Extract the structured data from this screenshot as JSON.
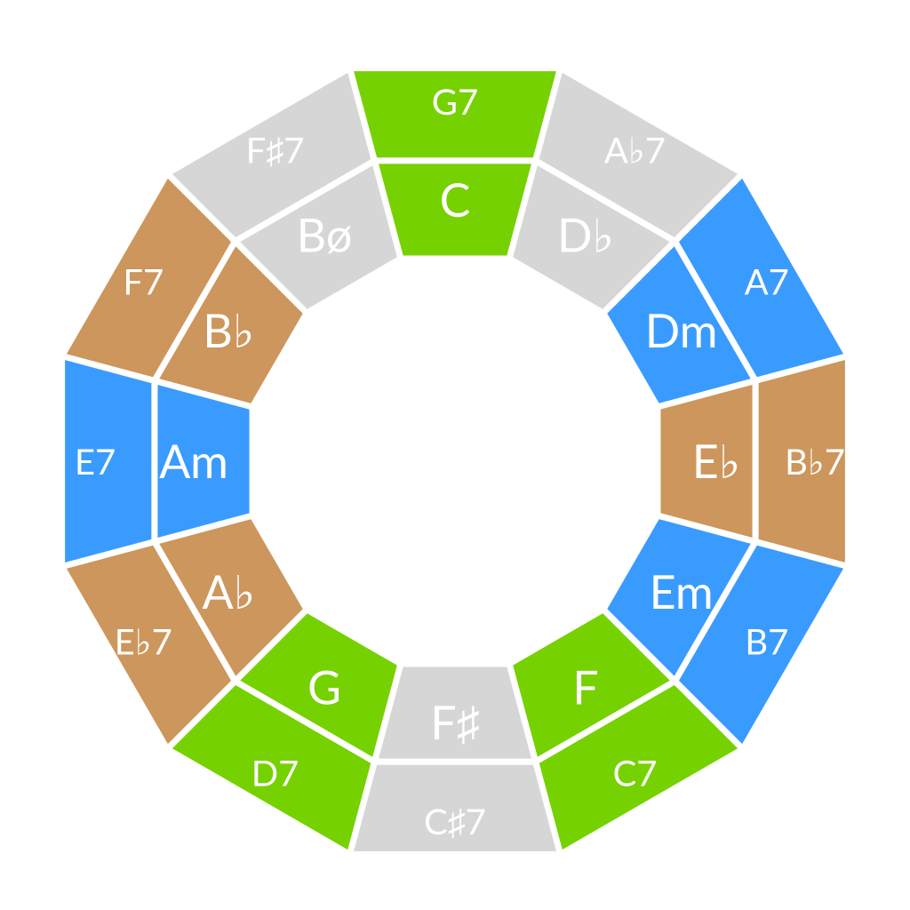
{
  "colors": {
    "green": "#76d100",
    "blue": "#3a9bff",
    "brown": "#cc965c",
    "gray": "#d6d6d6",
    "text": "#ffffff"
  },
  "outer": [
    {
      "label": "G7",
      "color": "green"
    },
    {
      "label": "A♭7",
      "color": "gray"
    },
    {
      "label": "A7",
      "color": "blue"
    },
    {
      "label": "B♭7",
      "color": "brown"
    },
    {
      "label": "B7",
      "color": "blue"
    },
    {
      "label": "C7",
      "color": "green"
    },
    {
      "label": "C♯7",
      "color": "gray"
    },
    {
      "label": "D7",
      "color": "green"
    },
    {
      "label": "E♭7",
      "color": "brown"
    },
    {
      "label": "E7",
      "color": "blue"
    },
    {
      "label": "F7",
      "color": "brown"
    },
    {
      "label": "F♯7",
      "color": "gray"
    }
  ],
  "inner": [
    {
      "label": "C",
      "color": "green"
    },
    {
      "label": "D♭",
      "color": "gray"
    },
    {
      "label": "Dm",
      "color": "blue"
    },
    {
      "label": "E♭",
      "color": "brown"
    },
    {
      "label": "Em",
      "color": "blue"
    },
    {
      "label": "F",
      "color": "green"
    },
    {
      "label": "F♯",
      "color": "gray"
    },
    {
      "label": "G",
      "color": "green"
    },
    {
      "label": "A♭",
      "color": "brown"
    },
    {
      "label": "Am",
      "color": "blue"
    },
    {
      "label": "B♭",
      "color": "brown"
    },
    {
      "label": "Bø",
      "color": "gray"
    }
  ]
}
